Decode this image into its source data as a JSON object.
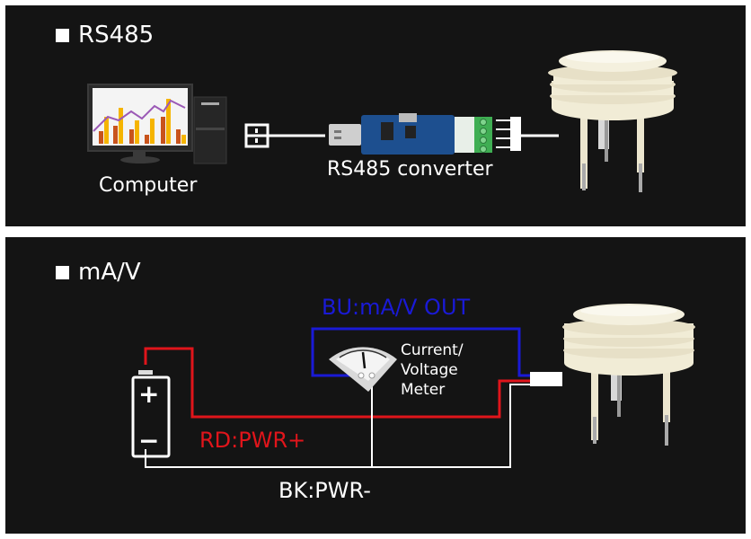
{
  "panels": {
    "rs485": {
      "title": "RS485",
      "computer_label": "Computer",
      "converter_label": "RS485 converter"
    },
    "analog": {
      "title": "mA/V",
      "blue_wire_label": "BU:mA/V OUT",
      "red_wire_label": "RD:PWR+",
      "black_wire_label": "BK:PWR-",
      "meter_label_line1": "Current/",
      "meter_label_line2": "Voltage",
      "meter_label_line3": "Meter",
      "battery_plus": "+",
      "battery_minus": "−"
    }
  },
  "colors": {
    "background": "#141414",
    "red_wire": "#e0151b",
    "blue_wire": "#1a1ad6",
    "white_wire": "#ffffff",
    "sensor_body": "#f1ecd6"
  }
}
